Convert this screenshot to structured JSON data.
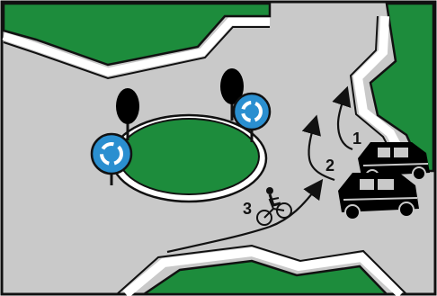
{
  "diagram": {
    "labels": {
      "car_front": "1",
      "car_rear": "2",
      "cyclist": "3"
    },
    "colors": {
      "road": "#c9c9c9",
      "grass": "#1d8c3c",
      "curb": "#ffffff",
      "outline": "#111111",
      "sign": "#2a8fd0",
      "car": "#000000"
    },
    "icons": {
      "roundabout_sign": "roundabout-sign-icon",
      "tree": "tree-icon",
      "car": "car-icon",
      "bicycle": "bicycle-icon"
    }
  }
}
